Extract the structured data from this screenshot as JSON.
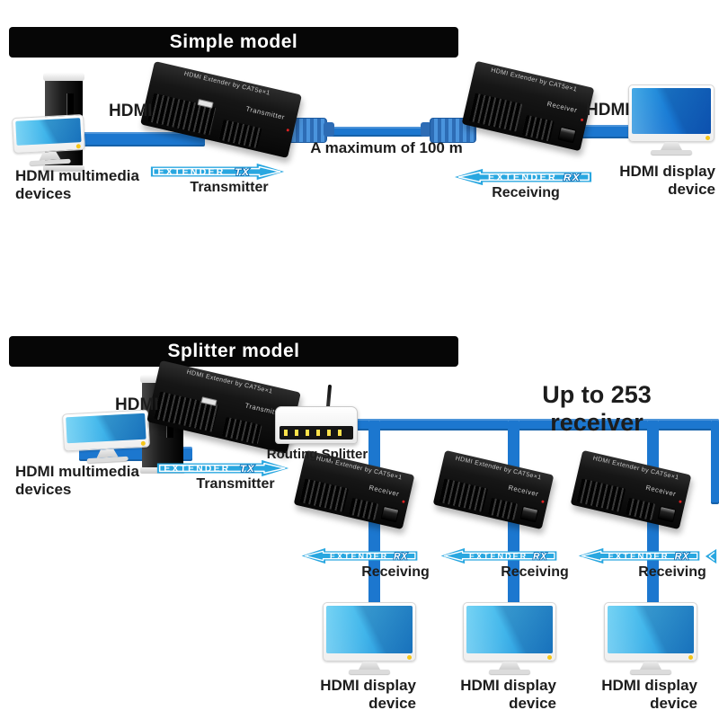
{
  "colors": {
    "cable_blue": "#1c77cf",
    "arrow_blue": "#29a7e0",
    "banner_black": "#060606",
    "text_black": "#1d1d1d",
    "led_yellow": "#ffe24a",
    "screen_light_top": "#63cdf3",
    "screen_light_bottom": "#1f8ad6",
    "screen_dark_top": "#2f9fe2",
    "screen_dark_bottom": "#0f5ec4"
  },
  "simple": {
    "banner": "Simple model",
    "source_device": {
      "line1": "HDMI multimedia",
      "line2": "devices"
    },
    "hdmi_input_label": "HDMI",
    "tx_box": {
      "model": "HDMI Extender by CAT5e×1",
      "role": "Transmitter"
    },
    "tx_arrow": {
      "brand": "EXTENDER",
      "tag": "TX"
    },
    "tx_caption": "Transmitter",
    "link_label": "A maximum of 100 m",
    "rx_box": {
      "model": "HDMI Extender by CAT5e×1",
      "role": "Receiver"
    },
    "rx_arrow": {
      "brand": "EXTENDER",
      "tag": "RX"
    },
    "rx_caption": "Receiving",
    "hdmi_output_label": "HDMI",
    "display_device": {
      "line1": "HDMI display",
      "line2": "device"
    }
  },
  "splitter": {
    "banner": "Splitter model",
    "source_device": {
      "line1": "HDMI multimedia",
      "line2": "devices"
    },
    "hdmi_input_label": "HDMI",
    "tx_box": {
      "model": "HDMI Extender by CAT5e×1",
      "role": "Transmitter"
    },
    "tx_arrow": {
      "brand": "EXTENDER",
      "tag": "TX"
    },
    "tx_caption": "Transmitter",
    "router_label": "Routing Splitter",
    "capacity_label": "Up to 253 receiver",
    "receivers": [
      {
        "box": {
          "model": "HDMI Extender by CAT5e×1",
          "role": "Receiver"
        },
        "arrow": {
          "brand": "EXTENDER",
          "tag": "RX"
        },
        "caption": "Receiving",
        "display": {
          "line1": "HDMI display",
          "line2": "device"
        }
      },
      {
        "box": {
          "model": "HDMI Extender by CAT5e×1",
          "role": "Receiver"
        },
        "arrow": {
          "brand": "EXTENDER",
          "tag": "RX"
        },
        "caption": "Receiving",
        "display": {
          "line1": "HDMI display",
          "line2": "device"
        }
      },
      {
        "box": {
          "model": "HDMI Extender by CAT5e×1",
          "role": "Receiver"
        },
        "arrow": {
          "brand": "EXTENDER",
          "tag": "RX"
        },
        "caption": "Receiving",
        "display": {
          "line1": "HDMI display",
          "line2": "device"
        }
      }
    ]
  }
}
